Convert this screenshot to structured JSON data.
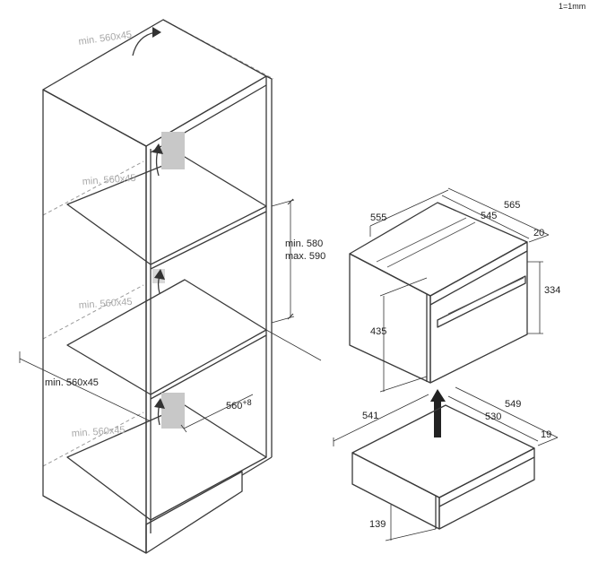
{
  "scale_label": "1=1mm",
  "cabinet": {
    "vent_top": "min. 560x45",
    "vent_upper": "min. 560x45",
    "vent_middle": "min. 560x45",
    "vent_lower": "min. 560x45",
    "opening_width": "min. 560x45",
    "niche_height_min": "min. 580",
    "niche_height_max": "max. 590",
    "niche_depth": "560",
    "niche_depth_sup": "+8"
  },
  "oven": {
    "width": "555",
    "depth_total": "565",
    "depth_body": "545",
    "front_thickness": "20",
    "height_front": "334",
    "height_body": "435"
  },
  "drawer": {
    "width": "541",
    "depth_total": "549",
    "depth_body": "530",
    "front_thickness": "19",
    "height": "139"
  }
}
